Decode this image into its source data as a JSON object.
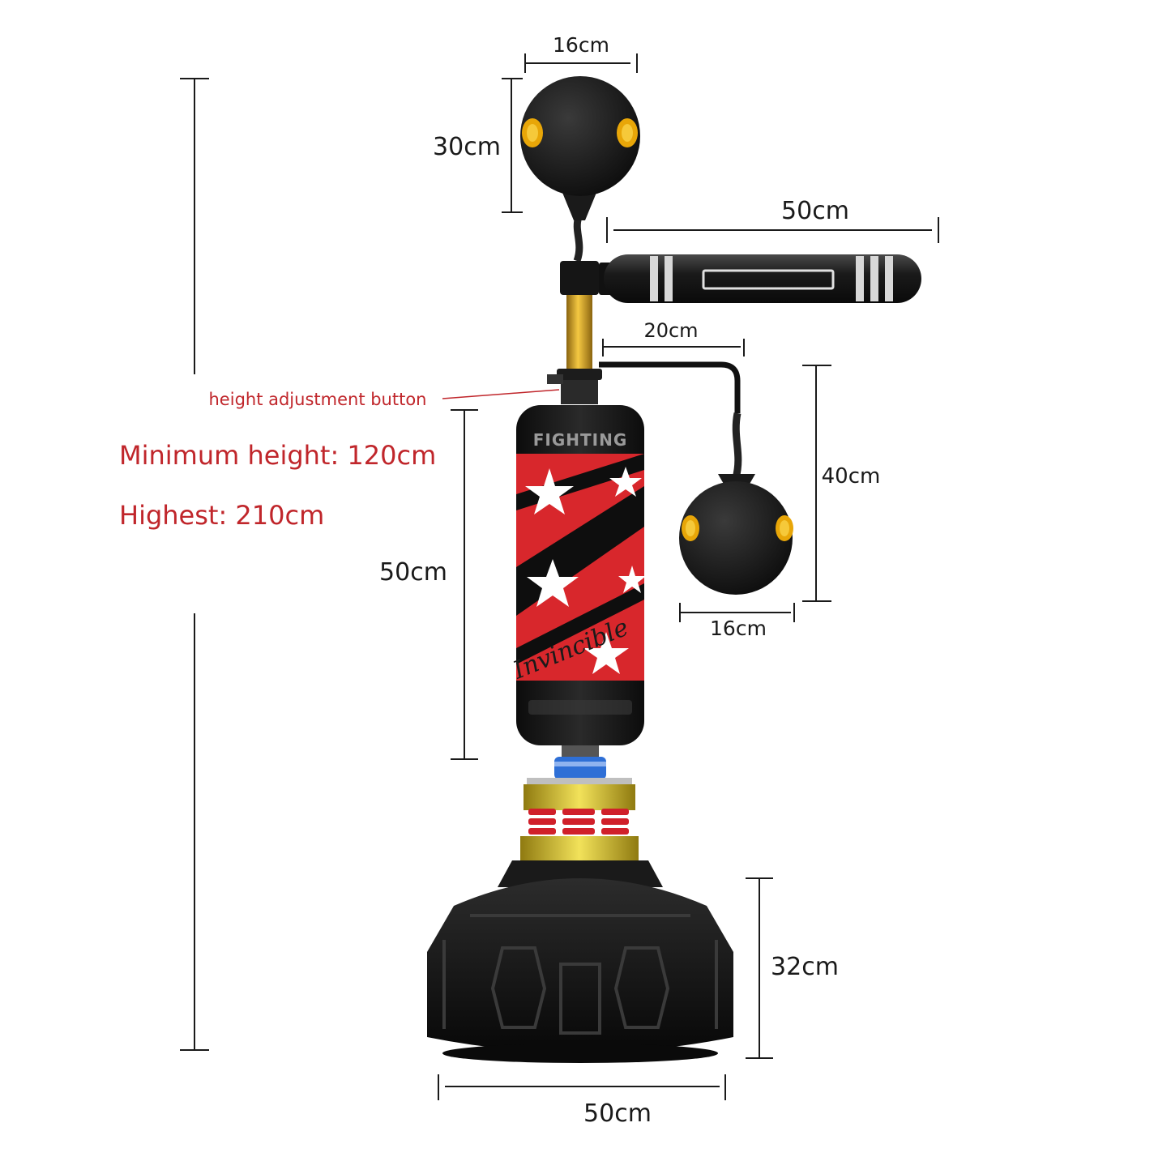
{
  "dimensions": {
    "top_ball_width": "16cm",
    "top_ball_height": "30cm",
    "bar_length": "50cm",
    "arm_length": "20cm",
    "lower_ball_drop": "40cm",
    "lower_ball_width": "16cm",
    "bag_height": "50cm",
    "base_height": "32cm",
    "base_width": "50cm"
  },
  "notes": {
    "height_button": "height adjustment button",
    "min_height": "Minimum height: 120cm",
    "max_height": "Highest: 210cm"
  },
  "product": {
    "bag_top_text": "FIGHTING",
    "bag_script_text": "Invincible"
  },
  "colors": {
    "accent_red": "#c0262b",
    "bag_red": "#d8272c",
    "ball_black": "#1b1b1b",
    "ball_accent": "#f2b705",
    "pole_gold": "#d9a520",
    "spring_red": "#d0202a",
    "base_black": "#151515",
    "line": "#1a1a1a"
  }
}
